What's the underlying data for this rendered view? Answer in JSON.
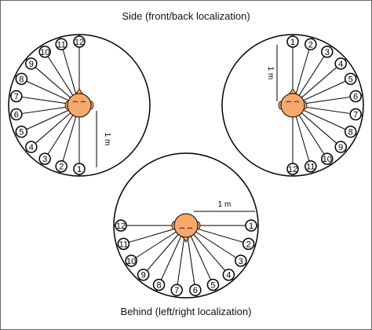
{
  "title_top": "Side (front/back localization)",
  "title_bottom": "Behind (left/right localization)",
  "distance_label": "1 m",
  "colors": {
    "head": "#f7a86b",
    "line": "#000000",
    "background": "#ffffff"
  },
  "panels": [
    {
      "id": "left-side",
      "speakers": [
        "12",
        "11",
        "10",
        "9",
        "8",
        "7",
        "6",
        "5",
        "4",
        "3",
        "2",
        "1"
      ],
      "distance_label": "1 m"
    },
    {
      "id": "right-side",
      "speakers": [
        "1",
        "2",
        "3",
        "4",
        "5",
        "6",
        "7",
        "8",
        "9",
        "10",
        "11",
        "12"
      ],
      "distance_label": "1 m"
    },
    {
      "id": "behind",
      "speakers": [
        "12",
        "11",
        "10",
        "9",
        "8",
        "7",
        "6",
        "5",
        "4",
        "3",
        "2",
        "1"
      ],
      "distance_label": "1 m"
    }
  ]
}
